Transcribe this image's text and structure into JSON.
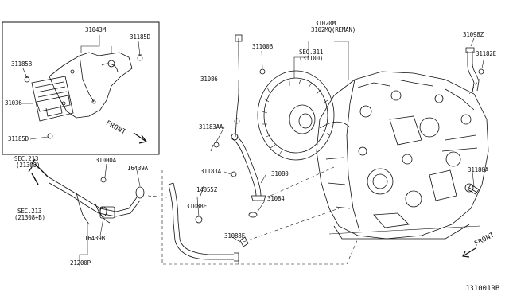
{
  "diagram_code": "J31001RB",
  "front_label": "FRONT",
  "labels": {
    "l_31043M": "31043M",
    "l_31185D_a": "31185D",
    "l_31185B": "31185B",
    "l_31036": "31036",
    "l_31185D_b": "31185D",
    "l_31100B": "31100B",
    "l_31086": "31086",
    "l_31020M": "31020M",
    "l_3102MQ": "3102MQ(REMAN)",
    "l_sec311": "SEC.311",
    "l_31100": "(31100)",
    "l_31098Z": "31098Z",
    "l_31182E": "31182E",
    "l_31183AA": "31183AA",
    "l_31183A": "31183A",
    "l_31080": "31080",
    "l_31084": "31084",
    "l_31088F": "31088F",
    "l_31088E": "31088E",
    "l_14055Z": "14055Z",
    "l_31180A": "31180A",
    "l_sec213_a": "SEC.213",
    "l_21308": "(21308)",
    "l_sec213_b": "SEC.213",
    "l_21308B": "(21308+B)",
    "l_31000A": "31000A",
    "l_16439A": "16439A",
    "l_16439B": "16439B",
    "l_21200P": "21200P"
  }
}
